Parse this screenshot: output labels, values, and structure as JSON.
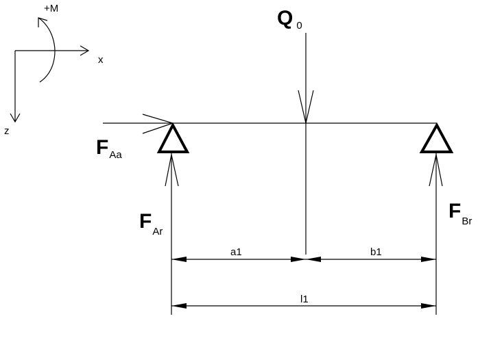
{
  "axes": {
    "moment_label": "+M",
    "x_label": "x",
    "z_label": "z"
  },
  "load": {
    "main": "Q",
    "sub": "0"
  },
  "forces": {
    "f_aa": {
      "main": "F",
      "sub": "Aa"
    },
    "f_ar": {
      "main": "F",
      "sub": "Ar"
    },
    "f_br": {
      "main": "F",
      "sub": "Br"
    }
  },
  "dimensions": {
    "a1": "a1",
    "b1": "b1",
    "l1": "l1"
  }
}
